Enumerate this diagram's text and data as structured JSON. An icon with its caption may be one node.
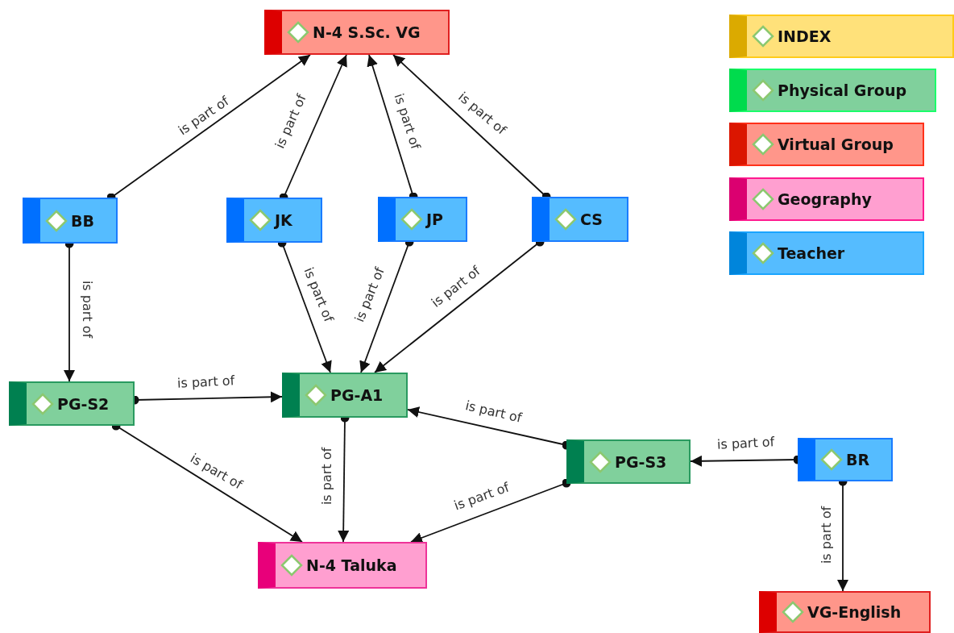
{
  "diagram": {
    "nodes": [
      {
        "text": [
          "N-4 S.Sc. VG"
        ]
      },
      {
        "text": [
          "BB"
        ]
      },
      {
        "text": [
          "JK"
        ]
      },
      {
        "text": [
          "JP"
        ]
      },
      {
        "text": [
          "CS"
        ]
      },
      {
        "text": [
          "PG-S2"
        ]
      },
      {
        "text": [
          "PG-A1"
        ]
      },
      {
        "text": [
          "PG-S3"
        ]
      },
      {
        "text": [
          "BR"
        ]
      },
      {
        "text": [
          "N-4 Taluka"
        ]
      },
      {
        "text": [
          "VG-English"
        ]
      }
    ],
    "edges": [
      {
        "from": 1,
        "to": 0,
        "arrow": "to",
        "label": "is part of"
      },
      {
        "from": 2,
        "to": 0,
        "arrow": "to",
        "label": "is part of"
      },
      {
        "from": 3,
        "to": 0,
        "arrow": "to",
        "label": "is part of"
      },
      {
        "from": 4,
        "to": 0,
        "arrow": "to",
        "label": "is part of"
      },
      {
        "from": 1,
        "to": 5,
        "arrow": "to",
        "label": "is part of"
      },
      {
        "from": 2,
        "to": 6,
        "arrow": "to",
        "label": "is part of"
      },
      {
        "from": 3,
        "to": 6,
        "arrow": "to",
        "label": "is part of"
      },
      {
        "from": 4,
        "to": 6,
        "arrow": "to",
        "label": "is part of"
      },
      {
        "from": 5,
        "to": 6,
        "arrow": "to",
        "label": "is part of"
      },
      {
        "from": 7,
        "to": 6,
        "arrow": "to",
        "label": "is part of"
      },
      {
        "from": 5,
        "to": 9,
        "arrow": "to",
        "label": "is part of"
      },
      {
        "from": 6,
        "to": 9,
        "arrow": "to",
        "label": "is part of"
      },
      {
        "from": 7,
        "to": 9,
        "arrow": "to",
        "label": "is part of"
      },
      {
        "from": 8,
        "to": 7,
        "arrow": "to",
        "label": "is part of"
      },
      {
        "from": 8,
        "to": 10,
        "arrow": "to",
        "label": "is part of"
      }
    ],
    "legend": [
      {
        "text": "INDEX",
        "color": "#ffe17a"
      },
      {
        "text": "Physical Group",
        "color": "#80d09c"
      },
      {
        "text": "Virtual Group",
        "color": "#ff968a"
      },
      {
        "text": "Geography",
        "color": "#ff9fd0"
      },
      {
        "text": "Teacher",
        "color": "#55bcff"
      }
    ]
  }
}
